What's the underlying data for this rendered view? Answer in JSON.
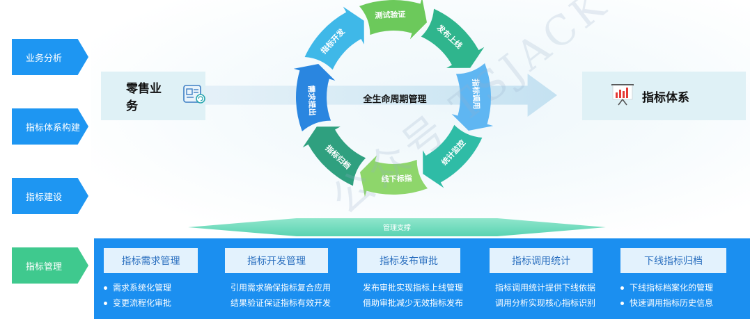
{
  "phases": [
    {
      "label": "业务分析",
      "color": "#1e96f2"
    },
    {
      "label": "指标体系构建",
      "color": "#1e96f2"
    },
    {
      "label": "指标建设",
      "color": "#1e96f2"
    },
    {
      "label": "指标管理",
      "color": "#3fc98e"
    }
  ],
  "left_box": {
    "label": "零售业务",
    "icon": "document-card-icon"
  },
  "right_box": {
    "label": "指标体系",
    "icon": "bar-chart-board-icon"
  },
  "cycle": {
    "center": "全生命周期管理",
    "segments": [
      {
        "label": "测试验证",
        "color": "#6cc95b"
      },
      {
        "label": "发布上线",
        "color": "#2fb58d"
      },
      {
        "label": "指标调用",
        "color": "#5fb6f2"
      },
      {
        "label": "统计监控",
        "color": "#2fbca6"
      },
      {
        "label": "线下标指",
        "color": "#8ed66b"
      },
      {
        "label": "指标归档",
        "color": "#2fa07f"
      },
      {
        "label": "需求提出",
        "color": "#2a86e0"
      },
      {
        "label": "指标开发",
        "color": "#3fb8e8"
      }
    ]
  },
  "support_label": "管理支撑",
  "management": [
    {
      "title": "指标需求管理",
      "items": [
        "需求系统化管理",
        "变更流程化审批"
      ]
    },
    {
      "title": "指标开发管理",
      "items": [
        "引用需求确保指标复合应用",
        "结果验证保证指标有效开发"
      ]
    },
    {
      "title": "指标发布审批",
      "items": [
        "发布审批实现指标上线管理",
        "借助审批减少无效指标发布"
      ]
    },
    {
      "title": "指标调用统计",
      "items": [
        "指标调用统计提供下线依据",
        "调用分析实现核心指标识别"
      ]
    },
    {
      "title": "下线指标归档",
      "items": [
        "下线指标档案化的管理",
        "快速调用指标历史信息"
      ]
    }
  ],
  "watermark": "公众号 TSJACK"
}
